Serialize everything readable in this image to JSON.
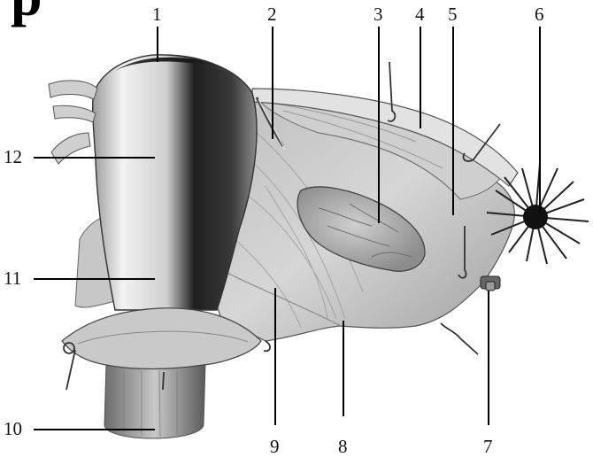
{
  "figure": {
    "corner_letter": "p",
    "callouts": [
      {
        "id": "1",
        "text": "1"
      },
      {
        "id": "2",
        "text": "2"
      },
      {
        "id": "3",
        "text": "3"
      },
      {
        "id": "4",
        "text": "4"
      },
      {
        "id": "5",
        "text": "5"
      },
      {
        "id": "6",
        "text": "6"
      },
      {
        "id": "7",
        "text": "7"
      },
      {
        "id": "8",
        "text": "8"
      },
      {
        "id": "9",
        "text": "9"
      },
      {
        "id": "10",
        "text": "10"
      },
      {
        "id": "11",
        "text": "11"
      },
      {
        "id": "12",
        "text": "12"
      }
    ]
  },
  "colors": {
    "background": "#ffffff",
    "tissue_light": "#d9d9d9",
    "tissue_mid": "#a8a8a8",
    "tissue_dark": "#2a2a2a",
    "leader_line": "#000000"
  }
}
